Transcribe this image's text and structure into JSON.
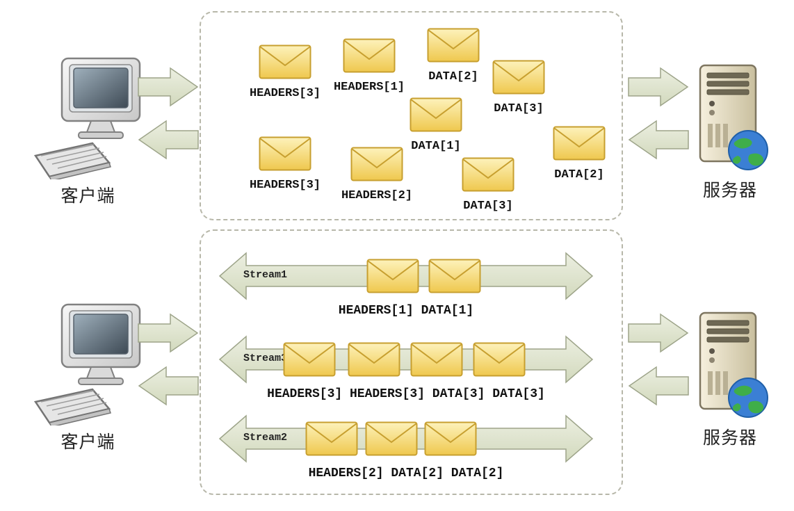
{
  "top_panel": {
    "client_label": "客户端",
    "server_label": "服务器",
    "messages": [
      {
        "label": "HEADERS[3]"
      },
      {
        "label": "HEADERS[1]"
      },
      {
        "label": "DATA[2]"
      },
      {
        "label": "DATA[3]"
      },
      {
        "label": "DATA[1]"
      },
      {
        "label": "HEADERS[3]"
      },
      {
        "label": "HEADERS[2]"
      },
      {
        "label": "DATA[3]"
      },
      {
        "label": "DATA[2]"
      }
    ]
  },
  "bottom_panel": {
    "client_label": "客户端",
    "server_label": "服务器",
    "streams": [
      {
        "name": "Stream1",
        "caption": "HEADERS[1] DATA[1]",
        "frame_count": 2
      },
      {
        "name": "Stream3",
        "caption": "HEADERS[3] HEADERS[3] DATA[3] DATA[3]",
        "frame_count": 4
      },
      {
        "name": "Stream2",
        "caption": "HEADERS[2] DATA[2] DATA[2]",
        "frame_count": 3
      }
    ]
  },
  "colors": {
    "arrow_fill_top": "#e9edde",
    "arrow_fill_bottom": "#d5dcc1",
    "arrow_border": "#9da489",
    "envelope_fill_top": "#fdf2bb",
    "envelope_fill_bottom": "#efc84e",
    "envelope_border": "#c79f2f",
    "dashed_border": "#b7b7a9"
  }
}
